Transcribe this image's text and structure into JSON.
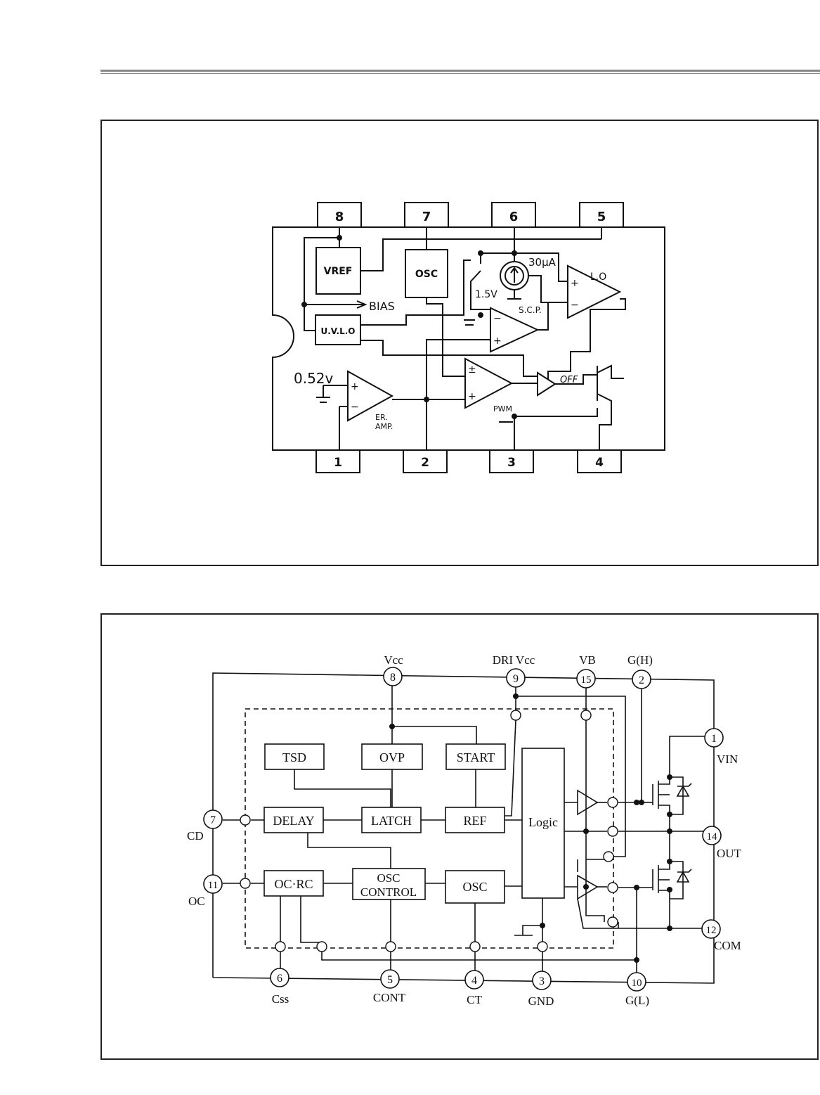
{
  "diagram1": {
    "pins_top": [
      "8",
      "7",
      "6",
      "5"
    ],
    "pins_bottom": [
      "1",
      "2",
      "3",
      "4"
    ],
    "blocks": {
      "vref": "VREF",
      "osc": "OSC",
      "uvlo": "U.V.L.O"
    },
    "amp_labels": {
      "lo": "L.O",
      "scp": "S.C.P.",
      "er1": "ER.",
      "er2": "AMP.",
      "pwm": "PWM",
      "off": "OFF"
    },
    "signals": {
      "bias": "BIAS",
      "v052": "0.52v",
      "v15": "1.5V",
      "i30": "30μA"
    },
    "signs": {
      "plus": "+",
      "minus": "−",
      "pm": "±"
    }
  },
  "diagram2": {
    "pins": {
      "p8": "8",
      "p9": "9",
      "p15": "15",
      "p2": "2",
      "p1": "1",
      "p14": "14",
      "p12": "12",
      "p7": "7",
      "p11": "11",
      "p6": "6",
      "p5": "5",
      "p4": "4",
      "p3": "3",
      "p10": "10"
    },
    "pin_labels": {
      "vcc": "Vcc",
      "drivcc": "DRI Vcc",
      "vb": "VB",
      "gh": "G(H)",
      "vin": "VIN",
      "out": "OUT",
      "com": "COM",
      "cd": "CD",
      "oc": "OC",
      "css": "Css",
      "cont": "CONT",
      "ct": "CT",
      "gnd": "GND",
      "gl": "G(L)"
    },
    "blocks": {
      "tsd": "TSD",
      "ovp": "OVP",
      "start": "START",
      "delay": "DELAY",
      "latch": "LATCH",
      "ref": "REF",
      "logic": "Logic",
      "ocrc": "OC·RC",
      "osc_control_1": "OSC",
      "osc_control_2": "CONTROL",
      "osc": "OSC"
    }
  }
}
